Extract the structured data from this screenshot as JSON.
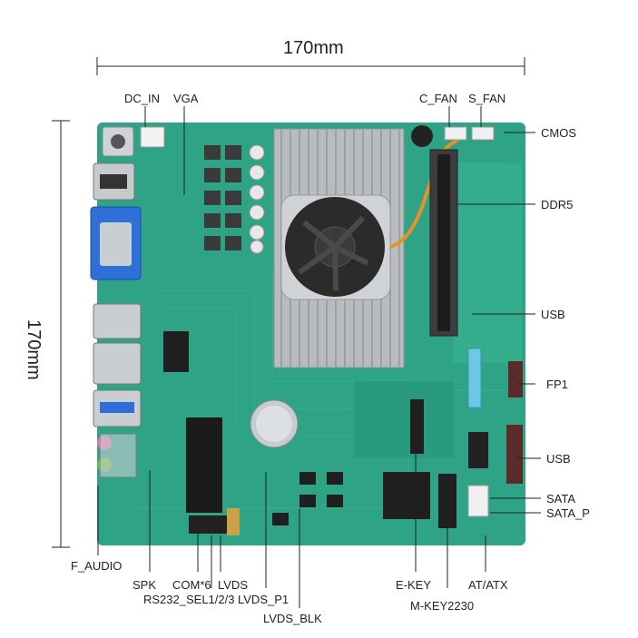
{
  "dimensions": {
    "width_label": "170mm",
    "height_label": "170mm"
  },
  "labels": {
    "dc_in": "DC_IN",
    "vga": "VGA",
    "c_fan": "C_FAN",
    "s_fan": "S_FAN",
    "cmos": "CMOS",
    "ddr5": "DDR5",
    "usb_right_top": "USB",
    "fp1": "FP1",
    "usb_right_bottom": "USB",
    "sata": "SATA",
    "sata_p": "SATA_P",
    "f_audio": "F_AUDIO",
    "spk": "SPK",
    "com6": "COM*6",
    "rs232_sel": "RS232_SEL1/2/3",
    "lvds": "LVDS",
    "lvds_p1": "LVDS_P1",
    "lvds_blk": "LVDS_BLK",
    "e_key": "E-KEY",
    "m_key": "M-KEY2230",
    "at_atx": "AT/ATX"
  },
  "colors": {
    "pcb": "#2fa386",
    "pcb_dark": "#23886f",
    "heatsink": "#b8bcc0",
    "leader": "#222222"
  }
}
